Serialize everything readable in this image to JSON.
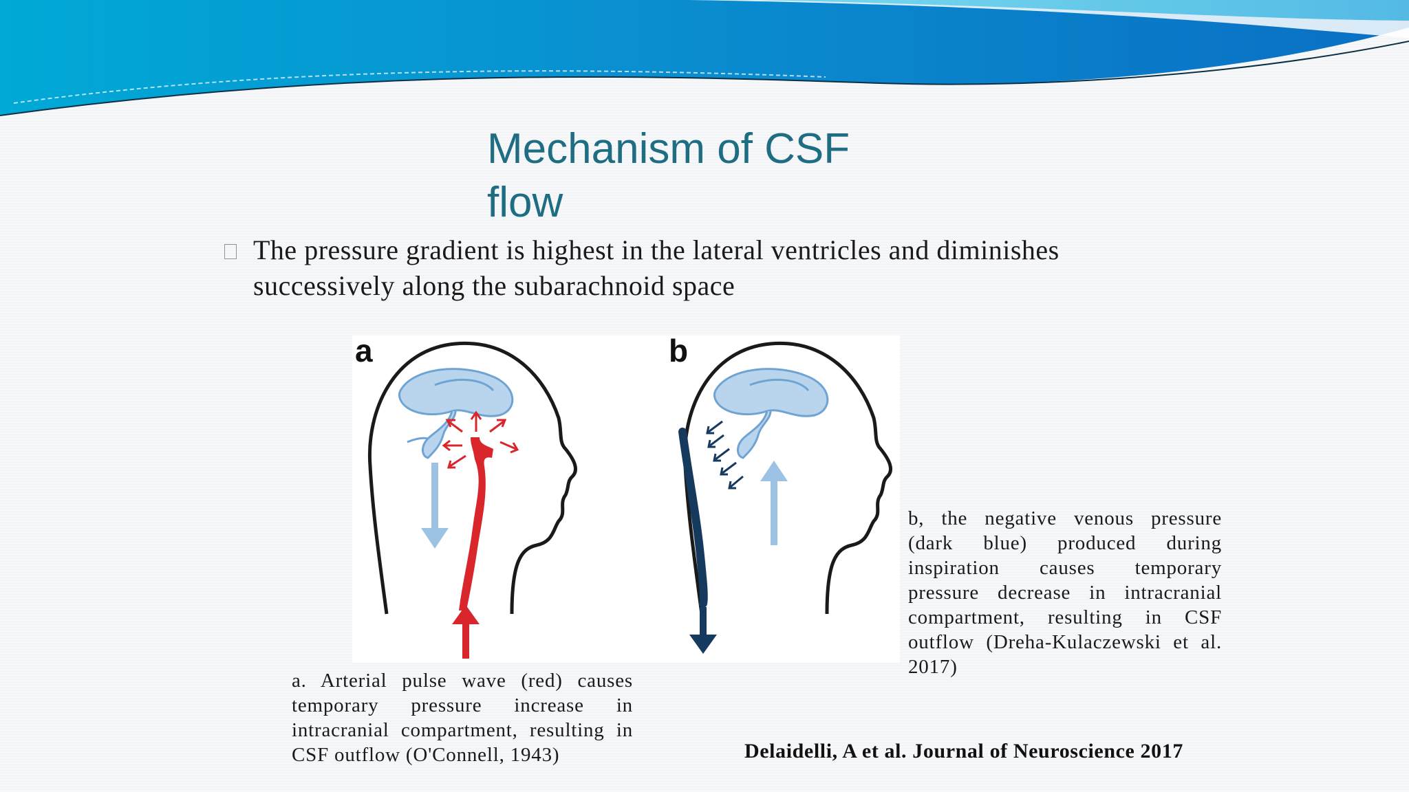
{
  "slide": {
    "title": "Mechanism of CSF flow",
    "bullet": "The pressure gradient is highest in the lateral ventricles and diminishes successively along the subarachnoid space",
    "figure": {
      "panel_a_label": "a",
      "panel_b_label": "b"
    },
    "caption_a": "a. Arterial pulse wave (red)  causes temporary pressure increase in intracranial compartment, resulting in CSF outflow (O'Connell, 1943)",
    "caption_b": "b, the negative venous pressure (dark blue) produced during inspiration causes temporary pressure decrease in intracranial compartment, resulting in CSF outflow (Dreha-Kulaczewski et al. 2017)",
    "citation": "Delaidelli, A et al. Journal of Neuroscience 2017"
  },
  "colors": {
    "title": "#1f6d82",
    "arterial_red": "#d9262c",
    "venous_dark_blue": "#16395e",
    "csf_light_blue": "#9cc3e4"
  },
  "icons": [
    "bullet-square-icon",
    "head-profile-icon",
    "arrow-up-icon",
    "arrow-down-icon"
  ]
}
